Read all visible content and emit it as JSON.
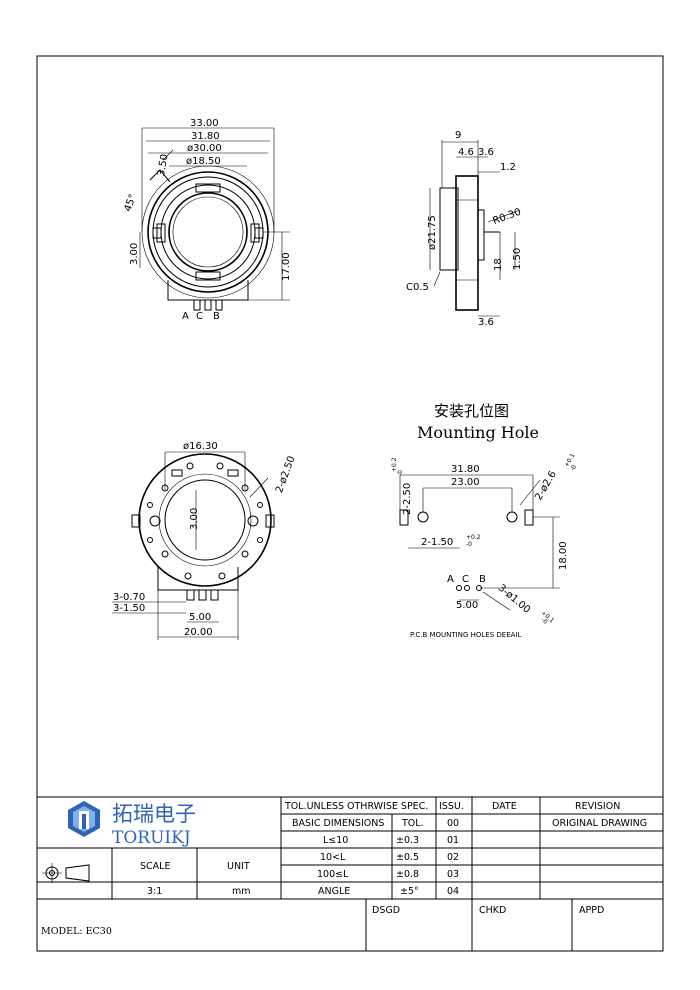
{
  "drawing": {
    "top_view": {
      "dims": [
        "33.00",
        "31.80",
        "ø30.00",
        "3.50",
        "ø18.50",
        "45°",
        "3.00",
        "17.00"
      ],
      "pins": [
        "A",
        "C",
        "B"
      ]
    },
    "side_view": {
      "dims": [
        "9",
        "4.6",
        "3.6",
        "1.2",
        "R0.30",
        "ø21.75",
        "18",
        "1.50",
        "C0.5",
        "3.6"
      ]
    },
    "bottom_view": {
      "dims": [
        "ø16.30",
        "2-ø2.50",
        "3.00",
        "3-0.70",
        "3-1.50",
        "5.00",
        "20.00"
      ]
    },
    "mounting": {
      "title_cn": "安装孔位图",
      "title_en": "Mounting Hole",
      "dims": [
        "2-2.50",
        "+0.2",
        "-0",
        "31.80",
        "23.00",
        "2-ø2.6",
        "+0.1",
        "-0",
        "2-1.50",
        "+0.2",
        "-0",
        "18.00",
        "5.00",
        "3-ø1.00",
        "+0.1",
        "-0"
      ],
      "pins": [
        "A",
        "C",
        "B"
      ],
      "note": "P.C.B MOUNTING HOLES DEEAIL"
    }
  },
  "title_block": {
    "company_cn": "拓瑞电子",
    "company_en": "TORUIKJ",
    "tol_header": "TOL.UNLESS OTHRWISE SPEC.",
    "issu": "ISSU.",
    "date": "DATE",
    "revision": "REVISION",
    "basic_dims": "BASIC DIMENSIONS",
    "tol": "TOL.",
    "rows": [
      {
        "range": "L≤10",
        "tol": "±0.3",
        "issu": "00",
        "rev": "ORIGINAL DRAWING"
      },
      {
        "range": "10<L",
        "tol": "±0.5",
        "issu": "01",
        "rev": ""
      },
      {
        "range": "100≤L",
        "tol": "±0.8",
        "issu": "02",
        "rev": ""
      },
      {
        "range": "ANGLE",
        "tol": "±5°",
        "issu": "03",
        "rev": ""
      }
    ],
    "issu_last": "04",
    "scale_label": "SCALE",
    "unit_label": "UNIT",
    "scale_value": "3:1",
    "unit_value": "mm",
    "model": "MODEL: EC30",
    "dsgd": "DSGD",
    "chkd": "CHKD",
    "appd": "APPD"
  }
}
